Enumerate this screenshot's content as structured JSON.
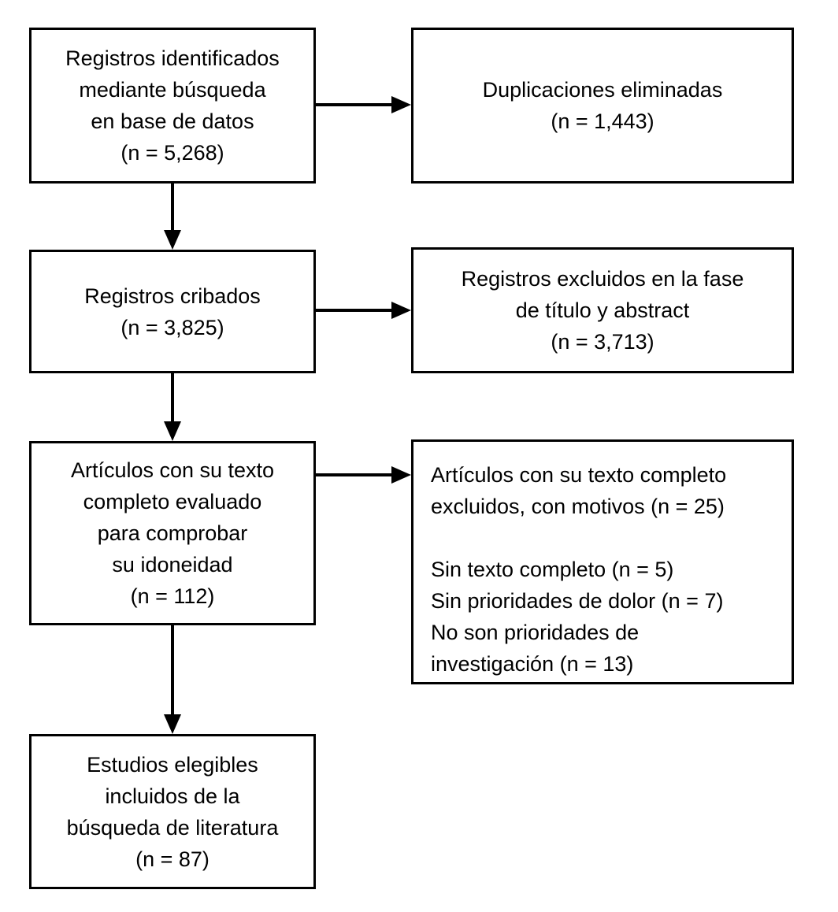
{
  "diagram": {
    "type": "flowchart",
    "title": "PRISMA-style literature selection flow (Spanish)",
    "colors": {
      "background": "#ffffff",
      "box_fill": "#ffffff",
      "box_border": "#000000",
      "arrow": "#000000",
      "text": "#000000"
    },
    "boxes": {
      "identified": {
        "lines": [
          "Registros identificados",
          "mediante búsqueda",
          "en base de datos",
          "(n = 5,268)"
        ],
        "n": 5268
      },
      "duplicates_removed": {
        "lines": [
          "Duplicaciones eliminadas",
          "(n = 1,443)"
        ],
        "n": 1443
      },
      "screened": {
        "lines": [
          "Registros cribados",
          "(n = 3,825)"
        ],
        "n": 3825
      },
      "excluded_title_abstract": {
        "lines": [
          "Registros excluidos en la fase",
          "de título y abstract",
          "(n = 3,713)"
        ],
        "n": 3713
      },
      "fulltext_assessed": {
        "lines": [
          "Artículos con su texto",
          "completo evaluado",
          "para comprobar",
          "su idoneidad",
          "(n = 112)"
        ],
        "n": 112
      },
      "fulltext_excluded": {
        "lines": [
          "Artículos con su texto completo",
          "excluidos, con motivos (n = 25)",
          "",
          "Sin texto completo (n = 5)",
          "Sin prioridades de dolor (n = 7)",
          "No son prioridades de",
          "investigación (n = 13)"
        ],
        "n": 25
      },
      "included": {
        "lines": [
          "Estudios elegibles",
          "incluidos de la",
          "búsqueda de literatura",
          "(n = 87)"
        ],
        "n": 87
      }
    },
    "arrows": [
      {
        "from": "identified",
        "to": "duplicates_removed",
        "direction": "right"
      },
      {
        "from": "identified",
        "to": "screened",
        "direction": "down"
      },
      {
        "from": "screened",
        "to": "excluded_title_abstract",
        "direction": "right"
      },
      {
        "from": "screened",
        "to": "fulltext_assessed",
        "direction": "down"
      },
      {
        "from": "fulltext_assessed",
        "to": "fulltext_excluded",
        "direction": "right"
      },
      {
        "from": "fulltext_assessed",
        "to": "included",
        "direction": "down"
      }
    ]
  }
}
